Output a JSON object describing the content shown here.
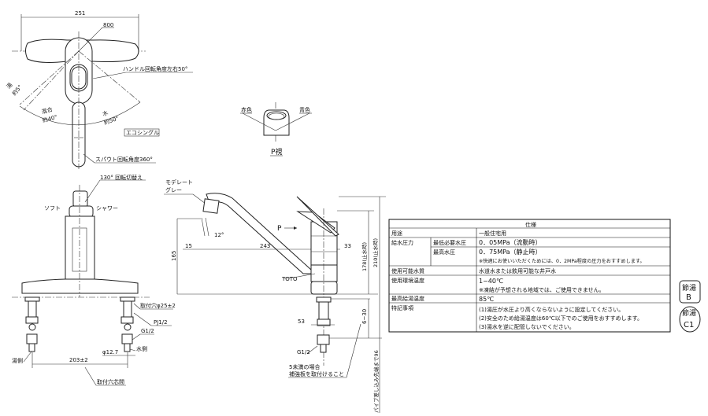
{
  "top_view": {
    "width_dim": "251",
    "center_label": "800",
    "handle_rotation": "ハンドル回転角度左右50°",
    "hot_label": "湯",
    "hot_angle": "約5°",
    "mix_label": "混合",
    "mix_angle": "約40°",
    "cold_label": "水",
    "cold_angle": "約50°",
    "eco_label": "エコシングル",
    "spout_rotation": "スパウト回転角度360°"
  },
  "p_view": {
    "red_label": "赤色",
    "blue_label": "青色",
    "title": "P視"
  },
  "front_view": {
    "switch_label": "130° 回転切替え",
    "soft_label": "ソフト",
    "shower_label": "シャワー",
    "hole_label": "取付穴φ25±2",
    "pj_label": "PJ1/2",
    "g_label": "G1/2",
    "cold_side": "水側",
    "hot_side": "湯側",
    "dia_label": "φ12.7",
    "pitch_dim": "203±2",
    "pitch_label": "取付穴芯間"
  },
  "side_view": {
    "color_label_1": "モデレート",
    "color_label_2": "グレー",
    "angle": "12°",
    "dim_15": "15",
    "dim_243": "243",
    "dim_33": "33",
    "dim_165": "165",
    "p_arrow": "P",
    "brand": "TOTO",
    "dim_178": "178(止水時)",
    "dim_210": "210(止水時)",
    "dim_53": "53",
    "dim_6_30": "6~30",
    "g_label": "G1/2",
    "note_1": "5未満の場合",
    "note_2": "補強板を取付けること",
    "pipe_note": "パイプ差し込み先端まで96"
  },
  "spec_table": {
    "title": "仕様",
    "rows": [
      {
        "label": "用途",
        "sub": "",
        "values": [
          "一般住宅用"
        ]
      },
      {
        "label": "給水圧力",
        "sub": "最低必要水圧",
        "values": [
          "0．05MPa（流動時）"
        ]
      },
      {
        "label": "",
        "sub": "最高水圧",
        "values": [
          "0．75MPa（静止時）",
          "※快適にお使いいただくためには、0．2MPa程度の圧力をおすすめします。"
        ]
      },
      {
        "label": "使用可能水質",
        "sub": "",
        "values": [
          "水道水または飲用可能な井戸水"
        ]
      },
      {
        "label": "使用環境温度",
        "sub": "",
        "values": [
          "1~40℃",
          "※凍結が予想される地域では、ご使用できません。"
        ]
      },
      {
        "label": "最高給湯温度",
        "sub": "",
        "values": [
          "85℃"
        ]
      },
      {
        "label": "特記事項",
        "sub": "",
        "values": [
          "(1)湯圧が水圧より高くならないように設定してください。",
          "(2)安全のため給湯温度は60℃以下でのご使用をおすすめします。",
          "(3)湯水を逆に配管しないでください。"
        ]
      }
    ]
  },
  "badges": [
    {
      "line1": "節湯",
      "line2": "B"
    },
    {
      "line1": "節湯",
      "line2": "C1"
    }
  ]
}
